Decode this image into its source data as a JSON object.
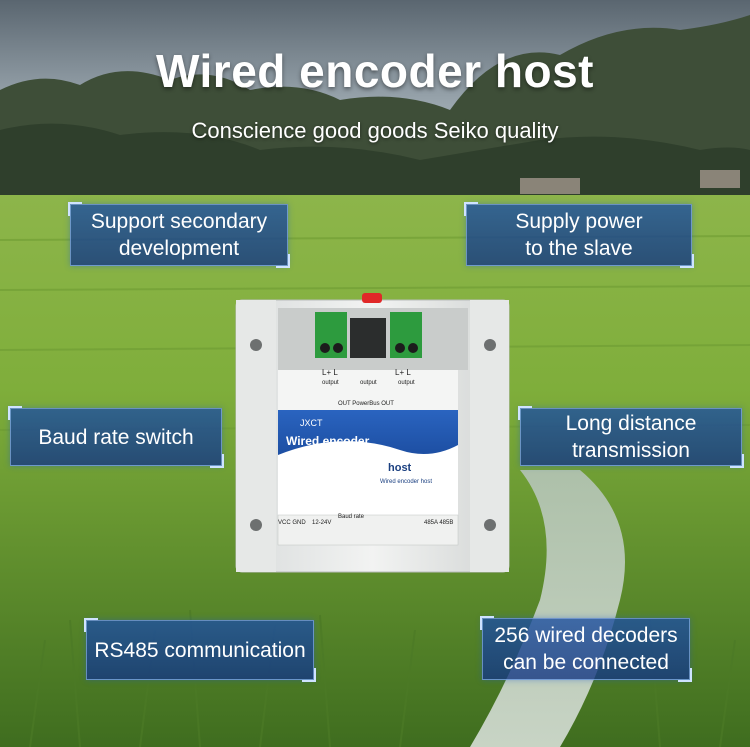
{
  "header": {
    "title": "Wired encoder host",
    "subtitle": "Conscience good goods Seiko quality"
  },
  "features": {
    "support_dev": "Support secondary development",
    "supply_power": "Supply power to the slave",
    "baud_switch": "Baud rate switch",
    "long_distance": "Long distance transmission",
    "rs485": "RS485 communication",
    "decoders": "256 wired decoders can be connected"
  },
  "device": {
    "brand": "JXCT",
    "label_main": "Wired encoder",
    "label_host": "host",
    "label_sub": "Wired encoder host",
    "out_label": "OUT PowerBus OUT",
    "terminal_left": "L+ L",
    "terminal_right": "L+ L",
    "output_left": "output",
    "output_mid": "output",
    "output_right": "output",
    "vcc_gnd": "VCC GND",
    "voltage": "12-24V",
    "baud_rate": "Baud rate",
    "rs485_terms": "485A 485B"
  },
  "colors": {
    "badge_blue": "#1e50a0",
    "panel_blue": "#1d4fa8",
    "sky": "#8a9aa8",
    "field": "#7aa83a"
  }
}
